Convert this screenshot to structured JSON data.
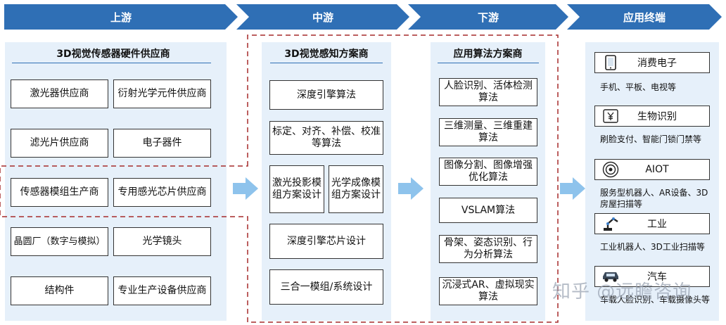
{
  "banners": [
    "上游",
    "中游",
    "下游",
    "应用终端"
  ],
  "upstream": {
    "title": "3D视觉传感器硬件供应商",
    "items": [
      "激光器供应商",
      "衍射光学元件供应商",
      "滤光片供应商",
      "电子器件",
      "传感器模组生产商",
      "专用感光芯片供应商",
      "晶圆厂（数字与模拟）",
      "光学镜头",
      "结构件",
      "专业生产设备供应商"
    ]
  },
  "midstream": {
    "title": "3D视觉感知方案商",
    "items": [
      "深度引擎算法",
      "标定、对齐、补偿、校准等算法",
      "激光投影模组方案设计",
      "光学成像模组方案设计",
      "深度引擎芯片设计",
      "三合一模组/系统设计"
    ]
  },
  "downstream": {
    "title": "应用算法方案商",
    "items": [
      "人脸识别、活体检测算法",
      "三维测量、三维重建算法",
      "图像分割、图像增强优化算法",
      "VSLAM算法",
      "骨架、姿态识别、行为分析算法",
      "沉浸式AR、虚拟现实算法"
    ]
  },
  "endpoints": [
    {
      "label": "消费电子",
      "icon": "phone-icon",
      "desc": "手机、平板、电视等"
    },
    {
      "label": "生物识别",
      "icon": "yen-card-icon",
      "desc": "刷脸支付、智能门锁门禁等"
    },
    {
      "label": "AIOT",
      "icon": "robot-vacuum-icon",
      "desc": "服务型机器人、AR设备、3D房屋扫描等"
    },
    {
      "label": "工业",
      "icon": "robot-arm-icon",
      "desc": "工业机器人、3D工业扫描等"
    },
    {
      "label": "汽车",
      "icon": "car-icon",
      "desc": "车载人脸识别、车载摄像头等"
    }
  ],
  "watermark": "知乎 @远瞻咨询",
  "colors": {
    "banner": "#2f6fb5",
    "panel": "#e6f0fa",
    "arrow": "#8ec3ec",
    "dash": "#a52a2a"
  }
}
